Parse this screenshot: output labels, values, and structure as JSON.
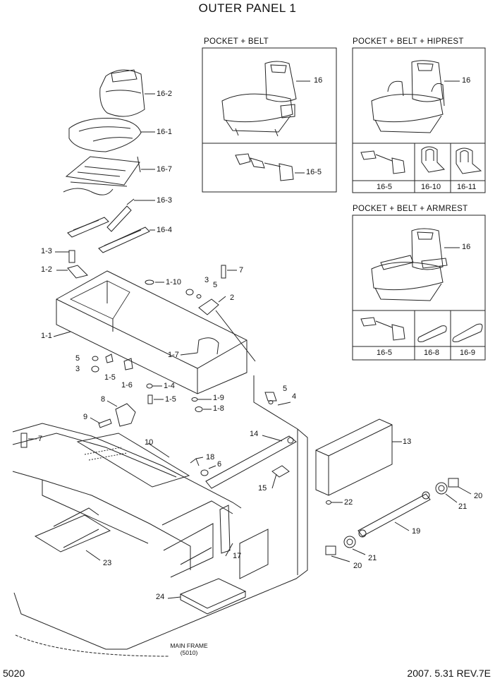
{
  "title": "OUTER PANEL 1",
  "boxes": {
    "pocket_belt": {
      "title": "POCKET + BELT",
      "seat": "16",
      "belt": "16-5"
    },
    "hiprest": {
      "title": "POCKET + BELT + HIPREST",
      "seat": "16",
      "cells": [
        "16-5",
        "16-10",
        "16-11"
      ]
    },
    "armrest": {
      "title": "POCKET + BELT + ARMREST",
      "seat": "16",
      "cells": [
        "16-5",
        "16-8",
        "16-9"
      ]
    }
  },
  "callouts": {
    "c16_2": "16-2",
    "c16_1": "16-1",
    "c16_7": "16-7",
    "c16_3": "16-3",
    "c16_4": "16-4",
    "c1_3": "1-3",
    "c1_2": "1-2",
    "c1_10": "1-10",
    "c1_1": "1-1",
    "c1_7": "1-7",
    "c1_5a": "1-5",
    "c1_6": "1-6",
    "c1_4": "1-4",
    "c1_5b": "1-5",
    "c1_9": "1-9",
    "c1_8": "1-8",
    "c3a": "3",
    "c5a": "5",
    "c7a": "7",
    "c2": "2",
    "c5b": "5",
    "c3b": "3",
    "c5c": "5",
    "c4": "4",
    "c8": "8",
    "c9": "9",
    "c7b": "7",
    "c10": "10",
    "c14": "14",
    "c13": "13",
    "c18": "18",
    "c6": "6",
    "c15": "15",
    "c22": "22",
    "c20a": "20",
    "c21a": "21",
    "c19": "19",
    "c17": "17",
    "c20b": "20",
    "c21b": "21",
    "c23": "23",
    "c24": "24"
  },
  "main_frame": {
    "label": "MAIN FRAME",
    "ref": "(5010)"
  },
  "footer": {
    "page": "5020",
    "revision": "2007. 5.31  REV.7E"
  }
}
